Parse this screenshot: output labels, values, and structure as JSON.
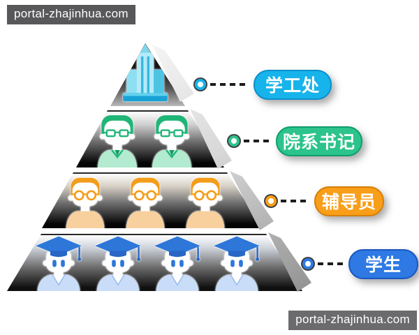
{
  "watermarks": {
    "top_left": "portal-zhajinhua.com",
    "bottom_right": "portal-zhajinhua.com"
  },
  "pyramid": {
    "levels": [
      {
        "id": "xuegongchu",
        "label": "学工处",
        "color": "#17b4eb",
        "border_color": "#0c8fcd",
        "icon": "building-icon",
        "icon_count": 1
      },
      {
        "id": "yuanxishuji",
        "label": "院系书记",
        "color": "#2cc38c",
        "border_color": "#0f9e6c",
        "icon": "secretary-icon",
        "icon_count": 2
      },
      {
        "id": "fudaoyuan",
        "label": "辅导员",
        "color": "#f99e18",
        "border_color": "#d67f05",
        "icon": "counselor-icon",
        "icon_count": 3
      },
      {
        "id": "xuesheng",
        "label": "学生",
        "color": "#2e79e4",
        "border_color": "#1a57c0",
        "icon": "graduate-icon",
        "icon_count": 4
      }
    ]
  }
}
